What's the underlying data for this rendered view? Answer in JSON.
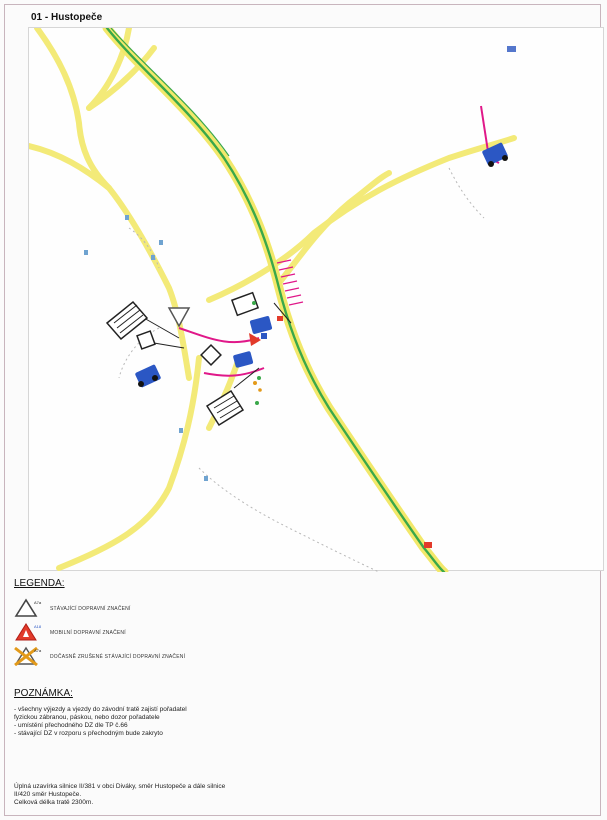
{
  "map": {
    "title": "01 - Hustopeče"
  },
  "legend": {
    "heading": "LEGENDA:",
    "items": [
      {
        "code": "A7a",
        "label": "stávající dopravní značení",
        "icon": "warning-triangle-icon"
      },
      {
        "code": "A18",
        "label": "mobilní dopravní značení",
        "icon": "mobile-warning-triangle-icon"
      },
      {
        "code": "A7a",
        "label": "dočasně zrušené stávající dopravní značení",
        "icon": "crossed-warning-triangle-icon"
      }
    ]
  },
  "note": {
    "heading": "POZNÁMKA:",
    "lines": [
      "- všechny výjezdy a vjezdy do závodní tratě zajistí pořadatel",
      "fyzickou zábranou, páskou, nebo dozor pořadatele",
      "- umístění přechodného DZ dle TP č.66",
      "- stávající DZ v rozporu s přechodným bude zakryto"
    ]
  },
  "footer": {
    "lines": [
      "Úplná uzavírka silnice II/381 v obci Diváky, směr Hustopeče a dále silnice",
      "II/420 směr Hustopeče.",
      "Celková délka tratě 2300m."
    ]
  },
  "colors": {
    "main_road": "#f2e86a",
    "route": "#3aa84a",
    "closure": "#e01889",
    "sign_blue": "#2b57c4",
    "sign_red": "#e23a2a"
  }
}
